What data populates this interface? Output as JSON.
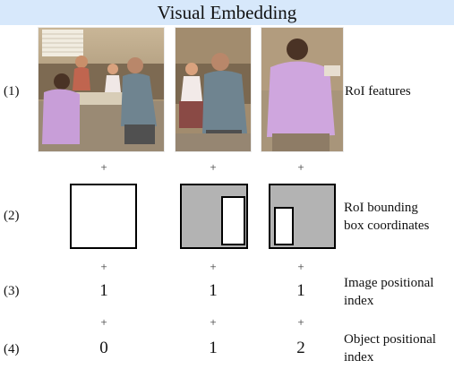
{
  "header": {
    "title": "Visual Embedding"
  },
  "rows": {
    "r1": {
      "index": "(1)",
      "label": "RoI features"
    },
    "r2": {
      "index": "(2)",
      "label_line1": "RoI bounding",
      "label_line2": "box coordinates"
    },
    "r3": {
      "index": "(3)",
      "label_line1": "Image positional",
      "label_line2": "index",
      "values": [
        "1",
        "1",
        "1"
      ]
    },
    "r4": {
      "index": "(4)",
      "label_line1": "Object positional",
      "label_line2": "index",
      "values": [
        "0",
        "1",
        "2"
      ]
    }
  },
  "plus_sign": "+",
  "boxes": [
    {
      "shaded": false,
      "has_inner": false
    },
    {
      "shaded": true,
      "has_inner": true
    },
    {
      "shaded": true,
      "has_inner": true
    }
  ],
  "photos": [
    {
      "content": "full-scene-photo"
    },
    {
      "content": "cropped-man-with-girl"
    },
    {
      "content": "cropped-boy-pink-shirt"
    }
  ],
  "colors": {
    "banner": "#d7e8fb",
    "box_fill_shaded": "#b3b3b3",
    "box_fill_plain": "#ffffff"
  }
}
